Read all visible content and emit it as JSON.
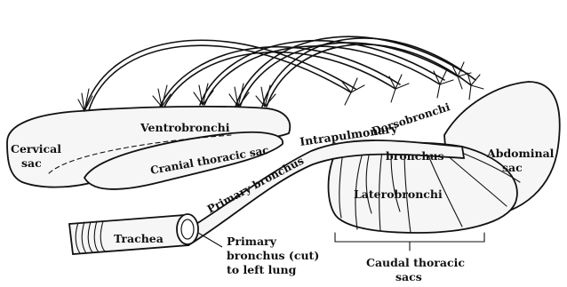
{
  "labels": {
    "cervical_sac_line1": "Cervical",
    "cervical_sac_line2": "sac",
    "ventrobronchi": "Ventrobronchi",
    "cranial_thoracic_sac": "Cranial thoracic sac",
    "primary_bronchus": "Primary bronchus",
    "intrapulmonary": "Intrapulmonary",
    "bronchus": "bronchus",
    "dorsobronchi": "Dorsobronchi",
    "abdominal_sac_line1": "Abdominal",
    "abdominal_sac_line2": "sac",
    "laterobronchi": "Laterobronchi",
    "trachea": "Trachea",
    "primary_bronchus_cut_line1": "Primary",
    "primary_bronchus_cut_line2": "bronchus (cut)",
    "primary_bronchus_cut_line3": "to left lung",
    "caudal_thoracic_sacs_line1": "Caudal thoracic",
    "caudal_thoracic_sacs_line2": "sacs"
  }
}
